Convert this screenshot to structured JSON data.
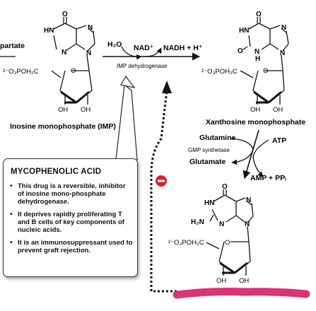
{
  "reactants": {
    "left_partial": "partate",
    "water": "H₂O",
    "nad": "NAD⁺",
    "nadh": "NADH + H⁺"
  },
  "enzymes": {
    "imp_dehydrogenase": "IMP dehydrogenase",
    "gmp_synthetase": "GMP synthetase"
  },
  "molecules": {
    "imp": "Inosine monophosphate (IMP)",
    "xmp": "Xanthosine monophosphate"
  },
  "gmp_step": {
    "glutamine": "Glutamine",
    "glutamate": "Glutamate",
    "atp": "ATP",
    "amp": "AMP + PPᵢ"
  },
  "atoms": {
    "hn": "HN",
    "n": "N",
    "o": "O",
    "h": "H",
    "h2n": "H₂N",
    "phosphate": "²⁻O₃POH₂C",
    "oh": "OH",
    "minus": "−"
  },
  "callout": {
    "title": "MYCOPHENOLIC ACID",
    "bullets": [
      "This drug is a reversible, inhibitor of inosine mono-phosphate dehydrogenase.",
      "It deprives rapidly proliferating T and B cells of key components of nucleic acids.",
      "It is an immunosuppressant used to prevent graft rejection."
    ]
  },
  "colors": {
    "inhibition": "#e0202a",
    "highlight": "#d8296a",
    "ink": "#111111"
  },
  "icons": {
    "inhibition_symbol": "minus-circle-icon"
  }
}
